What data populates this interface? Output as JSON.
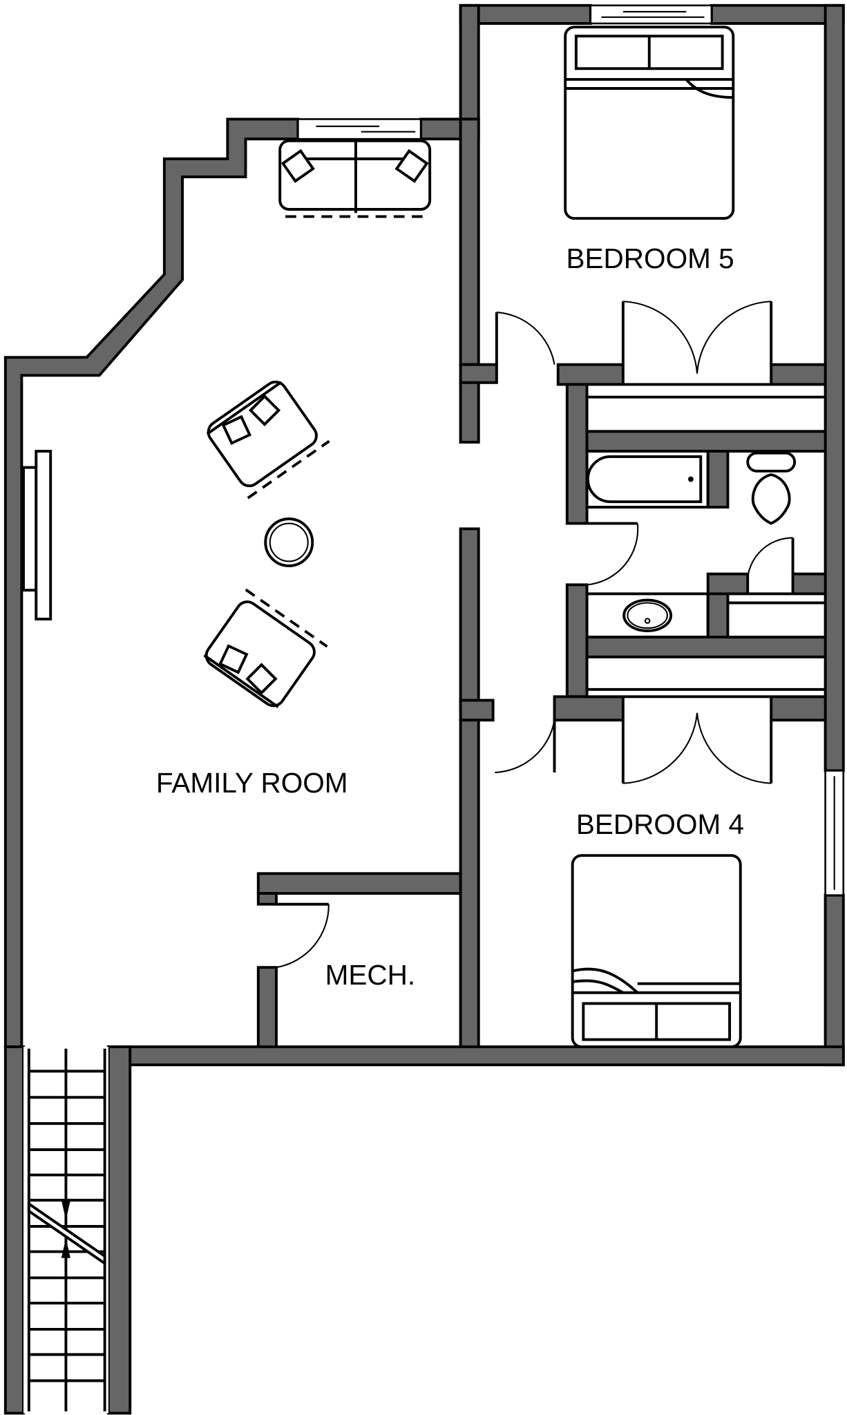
{
  "plan": {
    "rooms": [
      {
        "name": "bedroom-5",
        "label": "BEDROOM 5"
      },
      {
        "name": "family-room",
        "label": "FAMILY ROOM"
      },
      {
        "name": "bedroom-4",
        "label": "BEDROOM 4"
      },
      {
        "name": "mech",
        "label": "MECH."
      }
    ],
    "colors": {
      "wall": "#666666",
      "line": "#000000",
      "background": "#ffffff"
    },
    "features": [
      "sofa",
      "armchair",
      "armchair",
      "round-side-table",
      "fireplace",
      "bed",
      "bed",
      "bathtub",
      "toilet",
      "sink-vanity",
      "closet",
      "closet",
      "linen-closet",
      "stairs",
      "window",
      "window",
      "window"
    ]
  }
}
